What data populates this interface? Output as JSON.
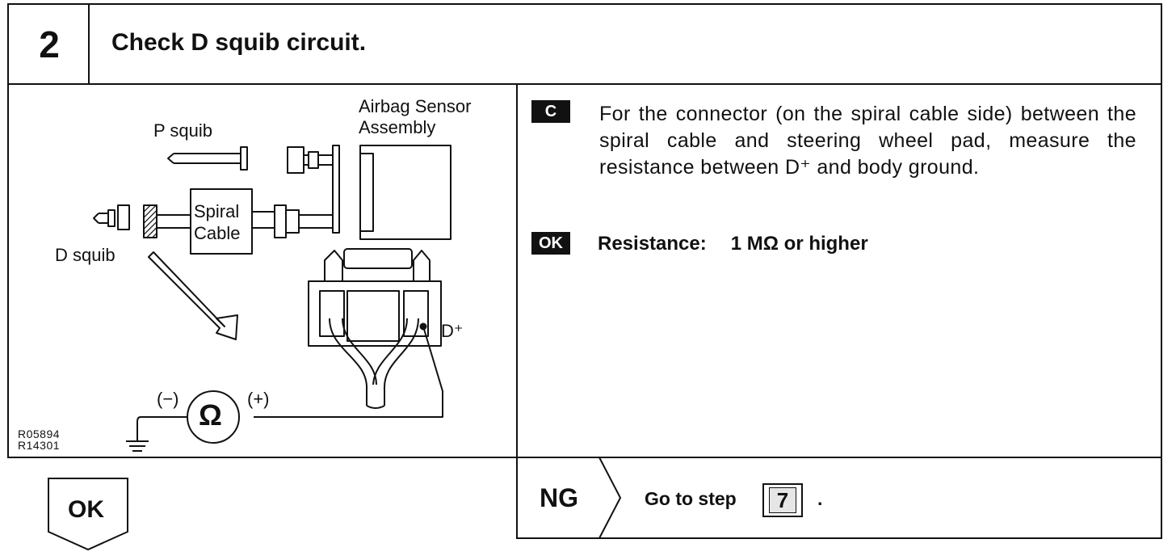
{
  "header": {
    "step_number": "2",
    "title": "Check D squib circuit."
  },
  "diagram": {
    "labels": {
      "airbag_sensor_line1": "Airbag Sensor",
      "airbag_sensor_line2": "Assembly",
      "p_squib": "P squib",
      "d_squib": "D squib",
      "spiral_line1": "Spiral",
      "spiral_line2": "Cable",
      "d_plus": "D⁺",
      "minus": "(−)",
      "plus": "(+)",
      "ohm": "Ω",
      "ref_code1": "R05894",
      "ref_code2": "R14301"
    }
  },
  "instruction": {
    "badge": "C",
    "text": "For the connector (on the spiral cable side) between the spiral cable and steering wheel pad, measure the resistance between D⁺ and body ground."
  },
  "spec": {
    "badge": "OK",
    "label": "Resistance:",
    "value": "1 MΩ or higher"
  },
  "result_ok": {
    "label": "OK"
  },
  "result_ng": {
    "label": "NG",
    "action": "Go to step",
    "step_ref": "7",
    "period": "."
  }
}
